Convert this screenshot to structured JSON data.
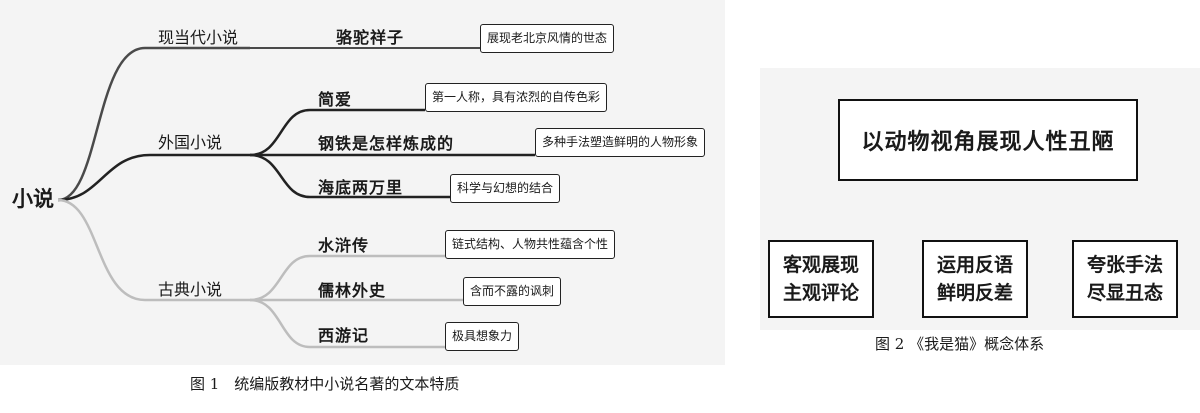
{
  "figure1": {
    "root": "小说",
    "categories": [
      {
        "label": "现当代小说",
        "items": [
          {
            "book": "骆驼祥子",
            "desc": "展现老北京风情的世态"
          }
        ]
      },
      {
        "label": "外国小说",
        "items": [
          {
            "book": "简爱",
            "desc": "第一人称，具有浓烈的自传色彩"
          },
          {
            "book": "钢铁是怎样炼成的",
            "desc": "多种手法塑造鲜明的人物形象"
          },
          {
            "book": "海底两万里",
            "desc": "科学与幻想的结合"
          }
        ]
      },
      {
        "label": "古典小说",
        "items": [
          {
            "book": "水浒传",
            "desc": "链式结构、人物共性蕴含个性"
          },
          {
            "book": "儒林外史",
            "desc": "含而不露的讽刺"
          },
          {
            "book": "西游记",
            "desc": "极具想象力"
          }
        ]
      }
    ],
    "caption": "图 1　统编版教材中小说名著的文本特质"
  },
  "figure2": {
    "top": "以动物视角展现人性丑陋",
    "leaves": [
      {
        "line1": "客观展现",
        "line2": "主观评论"
      },
      {
        "line1": "运用反语",
        "line2": "鲜明反差"
      },
      {
        "line1": "夸张手法",
        "line2": "尽显丑态"
      }
    ],
    "caption": "图 2 《我是猫》概念体系"
  },
  "colors": {
    "modern_branch": "#4a4a4a",
    "foreign_branch": "#222222",
    "classic_branch": "#bdbdbd",
    "panel_bg": "#f4f4f4"
  }
}
